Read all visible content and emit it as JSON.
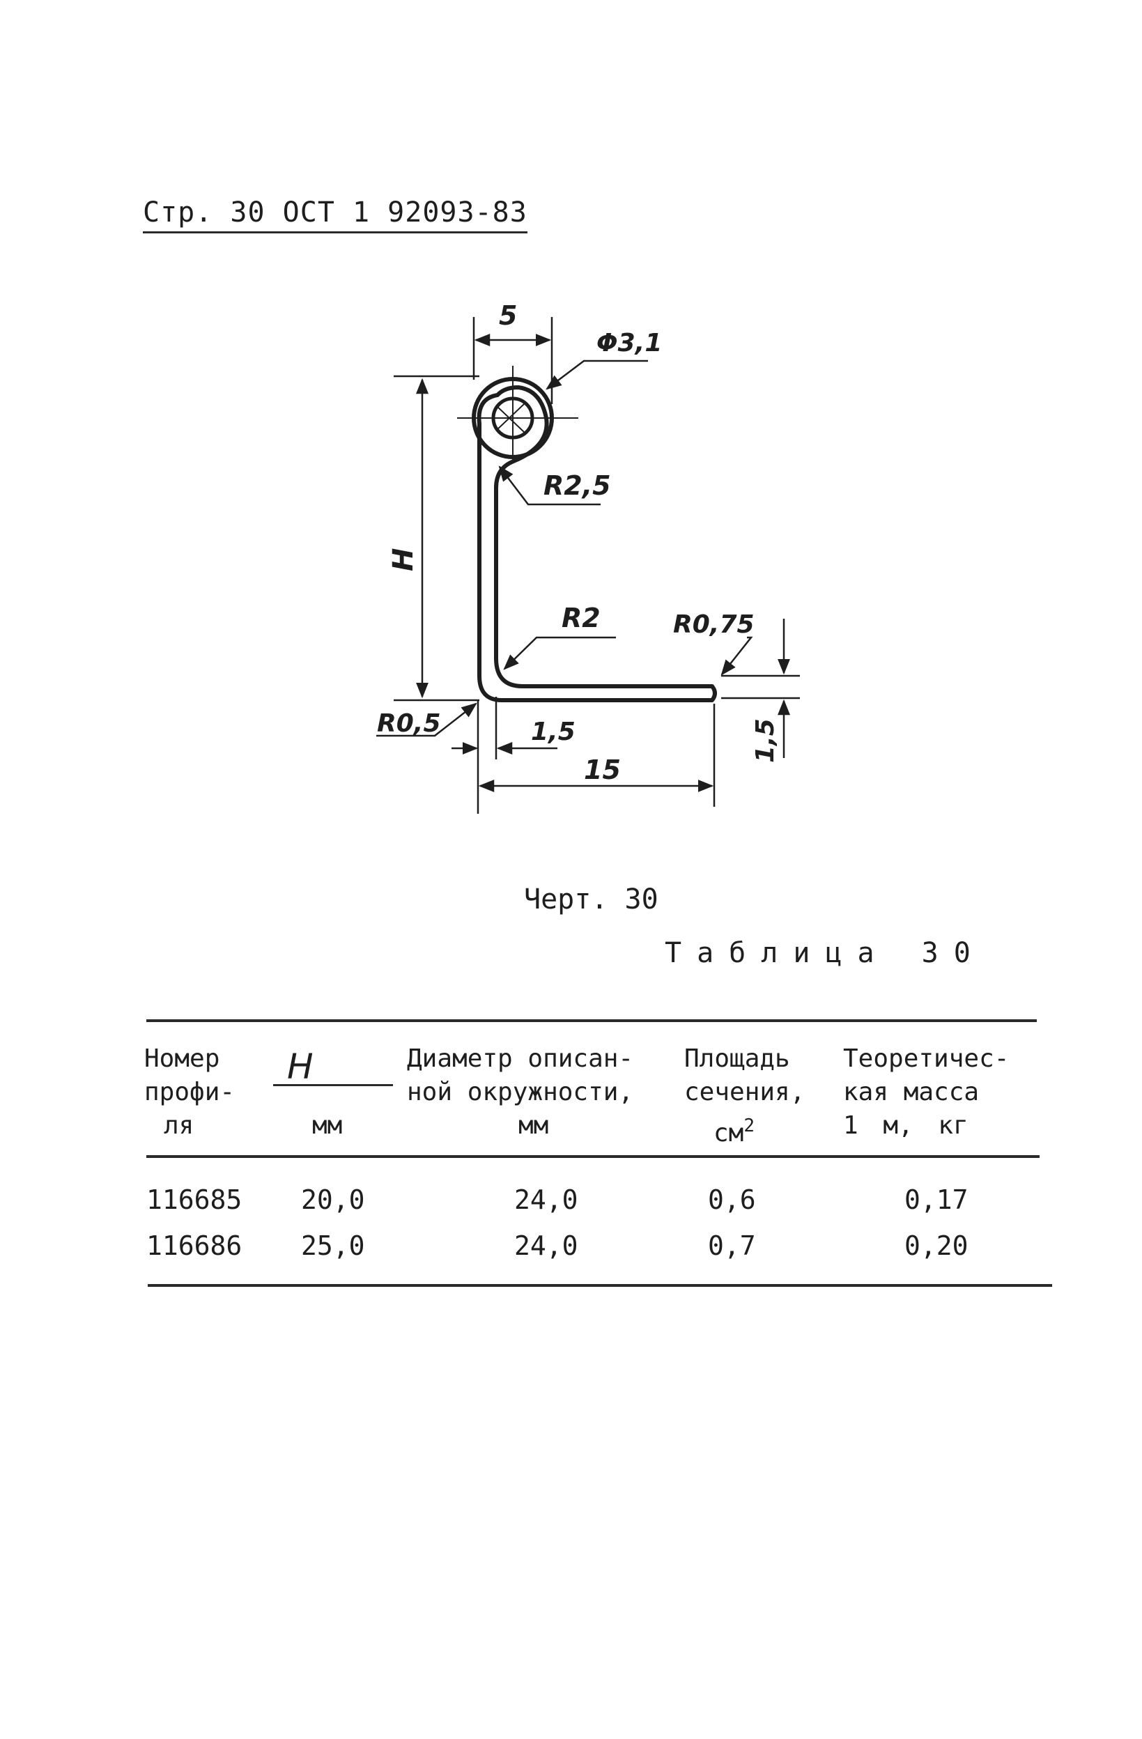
{
  "header": {
    "text": "Стр. 30 ОСТ 1 92093-83"
  },
  "drawing": {
    "dim_top": "5",
    "dim_diameter": "Φ3,1",
    "dim_radius_top": "R2,5",
    "dim_height": "H",
    "dim_radius_inner": "R2",
    "dim_radius_end": "R0,75",
    "dim_radius_corner": "R0,5",
    "dim_thickness_horizontal": "1,5",
    "dim_thickness_vertical": "1,5",
    "dim_length": "15"
  },
  "caption": "Черт. 30",
  "table": {
    "title": "Таблица 30",
    "headers": {
      "profile": [
        "Номер",
        "профи-",
        "ля"
      ],
      "h_symbol": "H",
      "h_unit": "мм",
      "diameter": [
        "Диаметр описан-",
        "ной окружности,",
        "мм"
      ],
      "area": [
        "Площадь",
        "сечения,",
        "см",
        "2"
      ],
      "mass": [
        "Теоретичес-",
        "кая масса",
        "1 м, кг"
      ]
    },
    "rows": [
      {
        "profile": "116685",
        "h": "20,0",
        "diameter": "24,0",
        "area": "0,6",
        "mass": "0,17"
      },
      {
        "profile": "116686",
        "h": "25,0",
        "diameter": "24,0",
        "area": "0,7",
        "mass": "0,20"
      }
    ]
  }
}
